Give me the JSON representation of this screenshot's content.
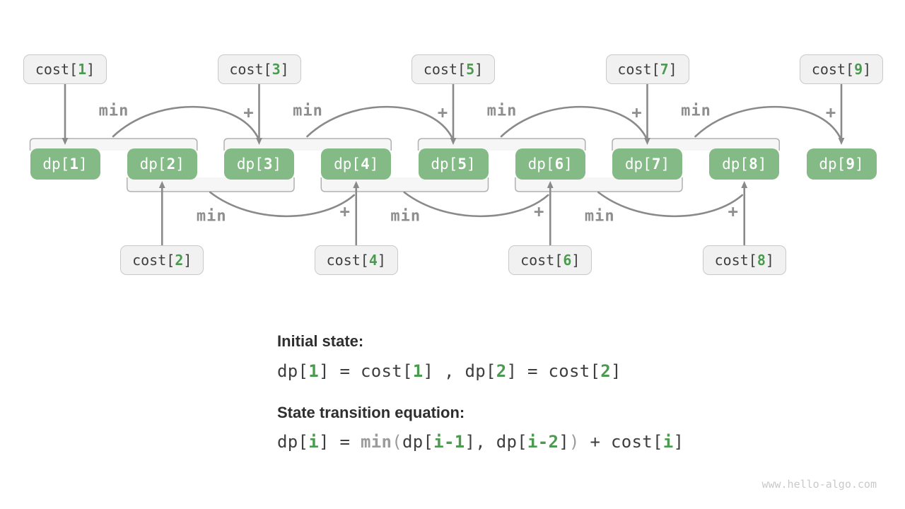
{
  "diagram": {
    "dp_nodes": [
      {
        "prefix": "dp[",
        "index": "1",
        "suffix": "]"
      },
      {
        "prefix": "dp[",
        "index": "2",
        "suffix": "]"
      },
      {
        "prefix": "dp[",
        "index": "3",
        "suffix": "]"
      },
      {
        "prefix": "dp[",
        "index": "4",
        "suffix": "]"
      },
      {
        "prefix": "dp[",
        "index": "5",
        "suffix": "]"
      },
      {
        "prefix": "dp[",
        "index": "6",
        "suffix": "]"
      },
      {
        "prefix": "dp[",
        "index": "7",
        "suffix": "]"
      },
      {
        "prefix": "dp[",
        "index": "8",
        "suffix": "]"
      },
      {
        "prefix": "dp[",
        "index": "9",
        "suffix": "]"
      }
    ],
    "cost_nodes_top": [
      {
        "prefix": "cost[",
        "index": "1",
        "suffix": "]"
      },
      {
        "prefix": "cost[",
        "index": "3",
        "suffix": "]"
      },
      {
        "prefix": "cost[",
        "index": "5",
        "suffix": "]"
      },
      {
        "prefix": "cost[",
        "index": "7",
        "suffix": "]"
      },
      {
        "prefix": "cost[",
        "index": "9",
        "suffix": "]"
      }
    ],
    "cost_nodes_bottom": [
      {
        "prefix": "cost[",
        "index": "2",
        "suffix": "]"
      },
      {
        "prefix": "cost[",
        "index": "4",
        "suffix": "]"
      },
      {
        "prefix": "cost[",
        "index": "6",
        "suffix": "]"
      },
      {
        "prefix": "cost[",
        "index": "8",
        "suffix": "]"
      }
    ],
    "min_label": "min",
    "plus_label": "+"
  },
  "notes": {
    "initial_title": "Initial state:",
    "initial_equation": [
      {
        "text": "dp[",
        "style": "plain"
      },
      {
        "text": "1",
        "style": "green"
      },
      {
        "text": "] = cost[",
        "style": "plain"
      },
      {
        "text": "1",
        "style": "green"
      },
      {
        "text": "] , dp[",
        "style": "plain"
      },
      {
        "text": "2",
        "style": "green"
      },
      {
        "text": "] = cost[",
        "style": "plain"
      },
      {
        "text": "2",
        "style": "green"
      },
      {
        "text": "]",
        "style": "plain"
      }
    ],
    "transition_title": "State transition equation:",
    "transition_equation": [
      {
        "text": "dp[",
        "style": "plain"
      },
      {
        "text": "i",
        "style": "green"
      },
      {
        "text": "] = ",
        "style": "plain"
      },
      {
        "text": "min",
        "style": "graybold"
      },
      {
        "text": "(",
        "style": "gray"
      },
      {
        "text": "dp[",
        "style": "plain"
      },
      {
        "text": "i-1",
        "style": "green"
      },
      {
        "text": "], dp[",
        "style": "plain"
      },
      {
        "text": "i-2",
        "style": "green"
      },
      {
        "text": "]",
        "style": "plain"
      },
      {
        "text": ")",
        "style": "gray"
      },
      {
        "text": " + cost[",
        "style": "plain"
      },
      {
        "text": "i",
        "style": "green"
      },
      {
        "text": "]",
        "style": "plain"
      }
    ]
  },
  "watermark": "www.hello-algo.com",
  "colors": {
    "dp_fill": "#84ba86",
    "cost_fill": "#f1f1f2",
    "cost_border": "#c9c9c9",
    "green_text": "#4c9a50",
    "arrow": "#8a8a8a",
    "bracket_stroke": "#b1b1b1",
    "bracket_fill": "#f6f6f7",
    "label_gray": "#8e8e8e",
    "dark_text": "#3e3e3e",
    "watermark": "#c9c9c9"
  }
}
